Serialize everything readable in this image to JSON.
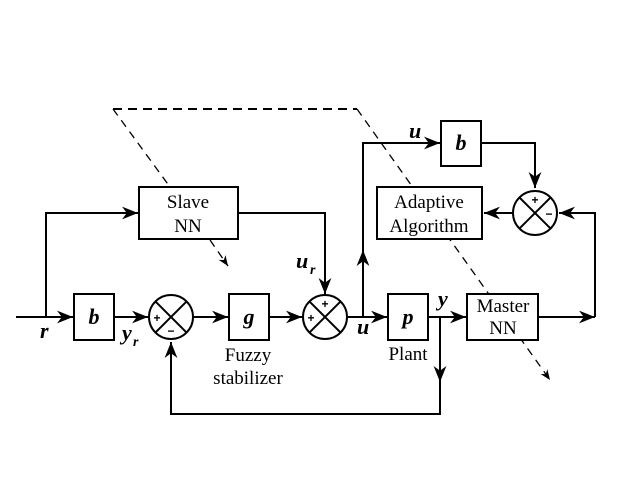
{
  "blocks": {
    "b_ref": "b",
    "g": "g",
    "p": "p",
    "b_top": "b",
    "slave_nn": [
      "Slave",
      "NN"
    ],
    "master_nn": [
      "Master",
      "NN"
    ],
    "adaptive": [
      "Adaptive",
      "Algorithm"
    ]
  },
  "captions": {
    "fuzzy": [
      "Fuzzy",
      "stabilizer"
    ],
    "plant": "Plant"
  },
  "signals": {
    "r": "r",
    "y_r": "y",
    "y_r_sub": "r",
    "u_r": "u",
    "u_r_sub": "r",
    "u": "u",
    "u_top": "u",
    "y": "y"
  },
  "junctions": {
    "sum1": {
      "left": "+",
      "bottom": "−"
    },
    "sum2": {
      "left": "+",
      "top": "+"
    },
    "sum3": {
      "top": "+",
      "right": "−"
    }
  }
}
